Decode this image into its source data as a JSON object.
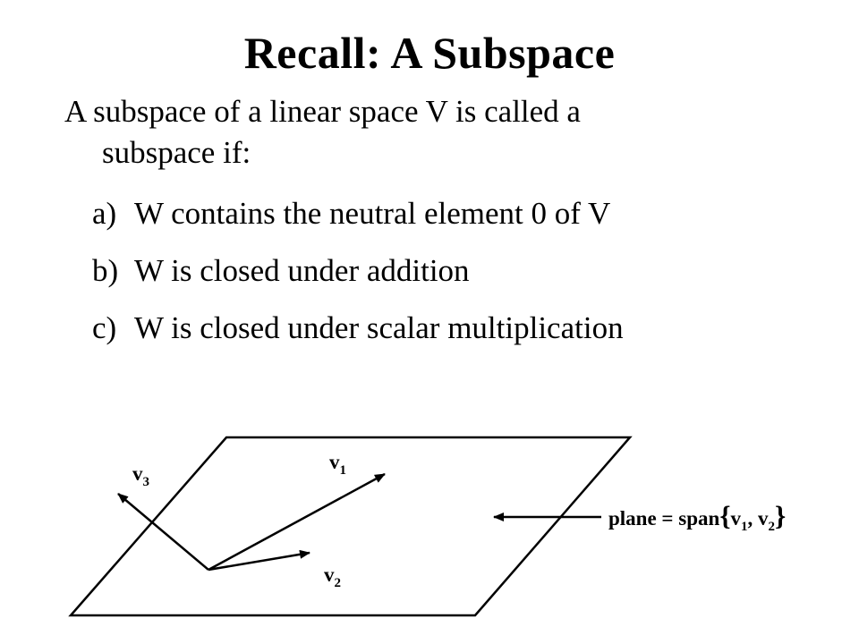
{
  "slide": {
    "title": "Recall: A Subspace",
    "intro_lines": [
      "A subspace of a linear space V is called a",
      "subspace if:"
    ],
    "items": [
      {
        "marker": "a)",
        "text": "W contains the neutral element 0 of V"
      },
      {
        "marker": "b)",
        "text": "W is closed under addition"
      },
      {
        "marker": "c)",
        "text": "W is closed under scalar multiplication"
      }
    ]
  },
  "figure": {
    "v1": {
      "base": "v",
      "sub": "1"
    },
    "v2": {
      "base": "v",
      "sub": "2"
    },
    "v3": {
      "base": "v",
      "sub": "3"
    },
    "plane_label": {
      "prefix": "plane = span",
      "open_brace": "{",
      "v1base": "v",
      "v1sub": "1",
      "separator": ", ",
      "v2base": "v",
      "v2sub": "2",
      "close_brace": "}"
    },
    "colors": {
      "ink": "#000000",
      "background": "#ffffff"
    }
  }
}
